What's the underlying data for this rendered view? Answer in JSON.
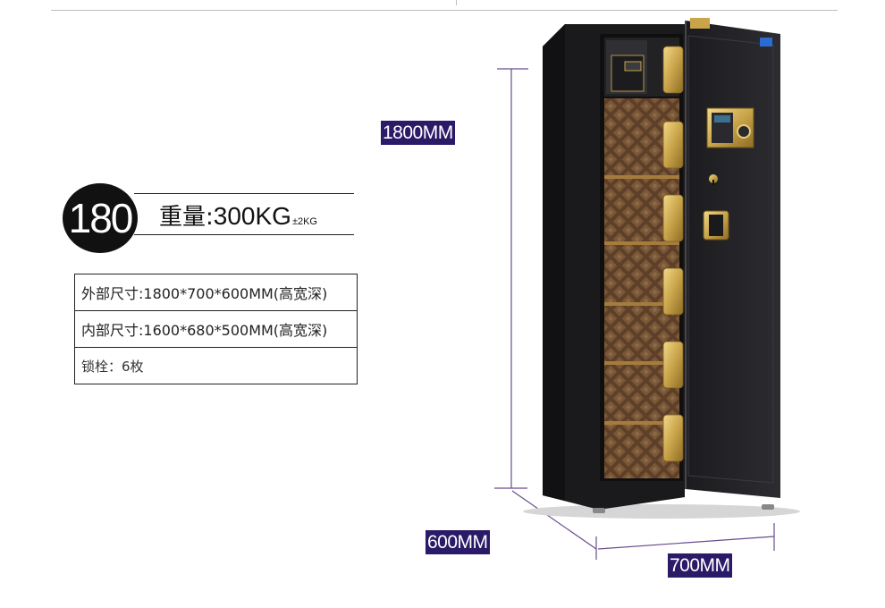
{
  "model": "180",
  "weight": {
    "label": "重量:",
    "value": "300KG",
    "tolerance": "±2KG"
  },
  "specs": [
    "外部尺寸:1800*700*600MM(高宽深)",
    "内部尺寸:1600*680*500MM(高宽深)",
    "锁栓：6枚"
  ],
  "dimensions": {
    "height": "1800MM",
    "depth": "600MM",
    "width": "700MM"
  },
  "colors": {
    "label_bg": "#2a1a67",
    "dimension_line": "#6a4c8c",
    "safe_body": "#1b1b1d",
    "gold": "#c9a44a",
    "interior": "#6b4a2f"
  }
}
